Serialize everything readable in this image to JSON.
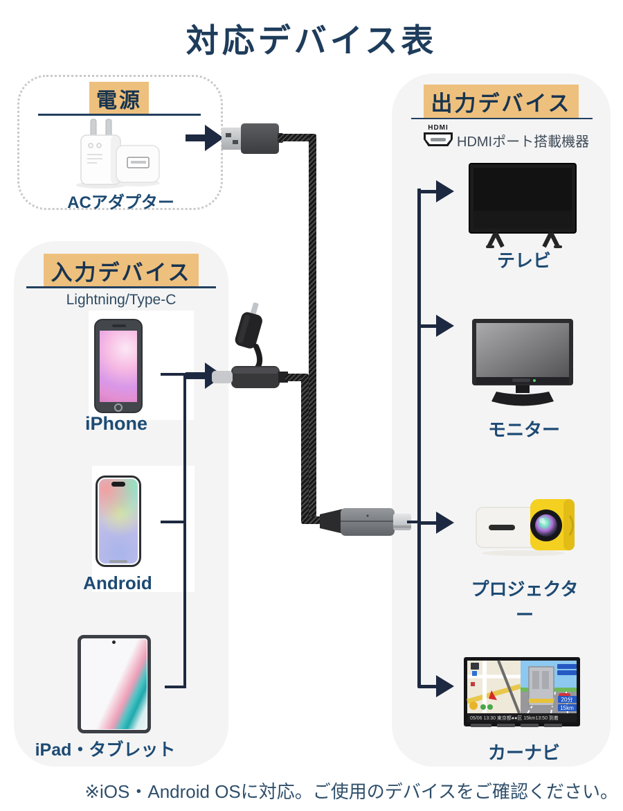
{
  "title": "対応デバイス表",
  "power": {
    "heading": "電源",
    "label": "ACアダプター"
  },
  "input": {
    "heading": "入力デバイス",
    "subheading": "Lightning/Type-C",
    "devices": [
      {
        "name": "iphone",
        "label": "iPhone"
      },
      {
        "name": "android",
        "label": "Android"
      },
      {
        "name": "ipad",
        "label": "iPad・タブレット"
      }
    ]
  },
  "output": {
    "heading": "出力デバイス",
    "hdmi_logo": "HDMI",
    "hdmi_note": "HDMIポート搭載機器",
    "devices": [
      {
        "name": "tv",
        "label": "テレビ"
      },
      {
        "name": "monitor",
        "label": "モニター"
      },
      {
        "name": "projector",
        "label": "プロジェクター"
      },
      {
        "name": "carnav",
        "label": "カーナビ"
      }
    ]
  },
  "carnav_screen": {
    "eta": "20分",
    "distance": "15km",
    "bottom_bar": "05/06 13:30 東京都●●区 15km13:50 到着"
  },
  "footnote": "※iOS・Android OSに対応。ご使用のデバイスをご確認ください。",
  "colors": {
    "accent_highlight": "#eec07e",
    "heading_navy": "#17344f",
    "label_navy": "#1d4a73",
    "connector_line": "#1d2940",
    "panel_background": "#f4f4f5",
    "projector_yellow": "#f4d020"
  }
}
